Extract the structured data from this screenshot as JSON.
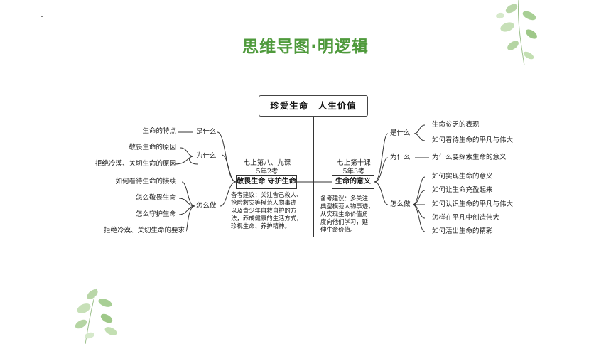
{
  "title": "思维导图·明逻辑",
  "root": "珍爱生命　人生价值",
  "left": {
    "label": "敬畏生命  守护生命",
    "lesson": [
      "七上第八、九课",
      "5年2考"
    ],
    "note": [
      "备考建议：关注舍己救人、",
      "抢险救灾等模范人物事迹",
      "以及青少年自救自护的方",
      "法，养成健康的生活方式，",
      "珍视生命、养护精神。"
    ],
    "branches": [
      {
        "label": "是什么",
        "items": [
          "生命的特点"
        ]
      },
      {
        "label": "为什么",
        "items": [
          "敬畏生命的原因",
          "拒绝冷漠、关切生命的原因"
        ]
      },
      {
        "label": "怎么做",
        "items": [
          "如何看待生命的接续",
          "怎么敬畏生命",
          "怎么守护生命",
          "拒绝冷漠、关切生命的要求"
        ]
      }
    ]
  },
  "right": {
    "label": "生命的意义",
    "lesson": [
      "七上第十课",
      "5年3考"
    ],
    "note": [
      "备考建议：多关注",
      "典型模范人物事迹，",
      "从实现生命价值角",
      "度向他们学习，延",
      "伸生命价值。"
    ],
    "branches": [
      {
        "label": "是什么",
        "items": [
          "生命贫乏的表现",
          "如何看待生命的平凡与伟大"
        ]
      },
      {
        "label": "为什么",
        "items": [
          "为什么要探索生命的意义"
        ]
      },
      {
        "label": "怎么做",
        "items": [
          "如何实现生命的意义",
          "如何让生命充盈起来",
          "如何认识生命的平凡与伟大",
          "怎样在平凡中创造伟大",
          "如何活出生命的精彩"
        ]
      }
    ]
  }
}
